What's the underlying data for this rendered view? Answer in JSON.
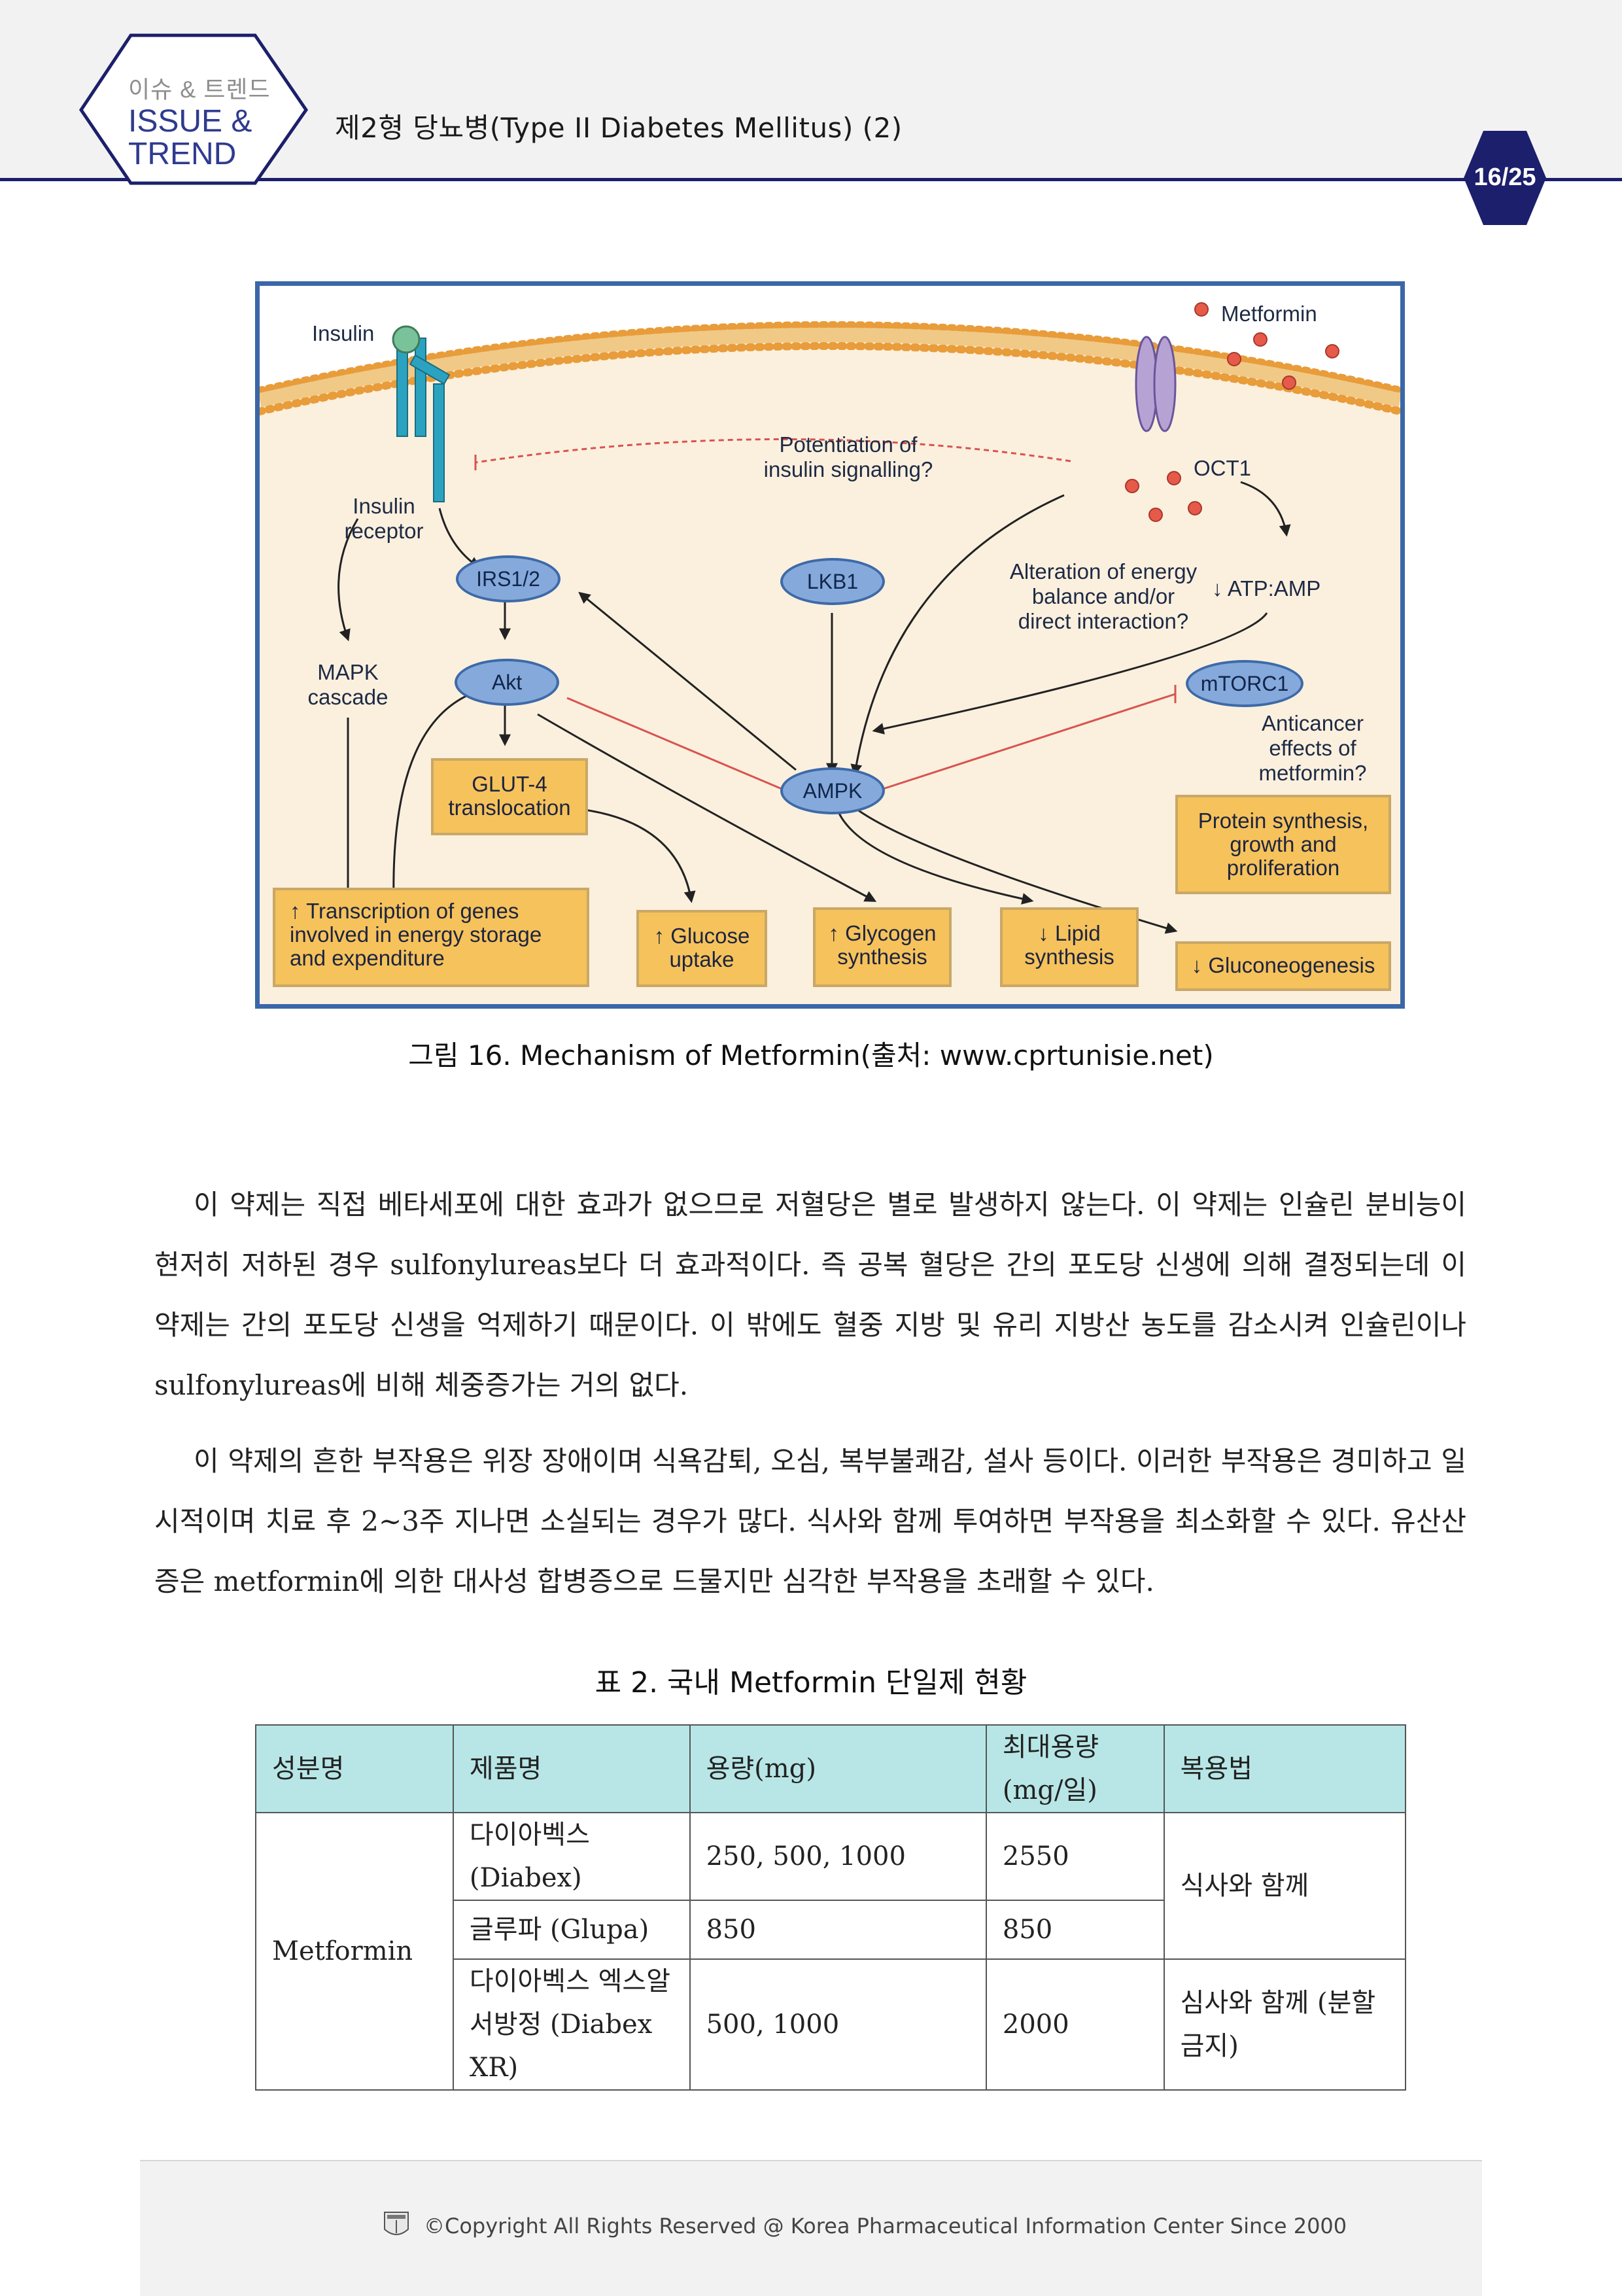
{
  "header": {
    "badge_small": "이슈 & 트렌드",
    "badge_line1": "ISSUE &",
    "badge_line2": "TREND",
    "title": "제2형 당뇨병(Type II Diabetes Mellitus) (2)",
    "page": "16/25"
  },
  "figure": {
    "insulin": "Insulin",
    "metformin": "Metformin",
    "insulin_receptor_1": "Insulin",
    "insulin_receptor_2": "receptor",
    "potentiation_1": "Potentiation of",
    "potentiation_2": "insulin signalling?",
    "oct1": "OCT1",
    "irs": "IRS1/2",
    "lkb1": "LKB1",
    "alteration_1": "Alteration of energy",
    "alteration_2": "balance and/or",
    "alteration_3": "direct interaction?",
    "atp": "↓ ATP:AMP",
    "mapk_1": "MAPK",
    "mapk_2": "cascade",
    "akt": "Akt",
    "mtorc1": "mTORC1",
    "anticancer_1": "Anticancer",
    "anticancer_2": "effects of",
    "anticancer_3": "metformin?",
    "glut_1": "GLUT-4",
    "glut_2": "translocation",
    "ampk": "AMPK",
    "protein_1": "Protein synthesis,",
    "protein_2": "growth and",
    "protein_3": "proliferation",
    "transcription_1": "↑ Transcription of genes",
    "transcription_2": "involved in energy storage",
    "transcription_3": "and expenditure",
    "glucose_1": "↑ Glucose",
    "glucose_2": "uptake",
    "glycogen_1": "↑ Glycogen",
    "glycogen_2": "synthesis",
    "lipid_1": "↓ Lipid",
    "lipid_2": "synthesis",
    "gluconeo": "↓ Gluconeogenesis",
    "colors": {
      "membrane": "#f3c676",
      "cytoplasm": "#fbf0de",
      "oval": "#86a9dc",
      "box": "#f6c25b",
      "inhibit": "#d9534f",
      "receptor": "#2ba3c0"
    }
  },
  "caption": "그림 16. Mechanism of Metformin(출처: www.cprtunisie.net)",
  "paragraphs": [
    "이 약제는 직접 베타세포에 대한 효과가 없으므로 저혈당은 별로 발생하지 않는다. 이 약제는 인슐린 분비능이 현저히 저하된 경우 sulfonylureas보다 더 효과적이다. 즉 공복 혈당은 간의 포도당 신생에 의해 결정되는데 이 약제는 간의 포도당 신생을 억제하기 때문이다. 이 밖에도 혈중 지방 및 유리 지방산 농도를 감소시켜 인슐린이나 sulfonylureas에 비해 체중증가는 거의 없다.",
    "이 약제의 흔한 부작용은 위장 장애이며 식욕감퇴, 오심, 복부불쾌감, 설사 등이다. 이러한 부작용은 경미하고 일시적이며 치료 후 2~3주 지나면 소실되는 경우가 많다. 식사와 함께 투여하면 부작용을 최소화할 수 있다. 유산산증은 metformin에 의한 대사성 합병증으로 드물지만 심각한 부작용을 초래할 수 있다."
  ],
  "table": {
    "title": "표 2. 국내 Metformin 단일제 현황",
    "headers": [
      "성분명",
      "제품명",
      "용량(mg)",
      "최대용량 (mg/일)",
      "복용법"
    ],
    "ingredient": "Metformin",
    "rows": [
      {
        "product": "다이아벡스 (Diabex)",
        "dose": "250, 500, 1000",
        "max": "2550"
      },
      {
        "product": "글루파 (Glupa)",
        "dose": "850",
        "max": "850"
      },
      {
        "product": "다이아벡스 엑스알 서방정 (Diabex XR)",
        "dose": "500, 1000",
        "max": "2000"
      }
    ],
    "usage_1": "식사와 함께",
    "usage_2": "심사와 함께 (분할금지)"
  },
  "footer": {
    "text": "©Copyright All Rights Reserved @ Korea Pharmaceutical Information Center Since 2000"
  }
}
